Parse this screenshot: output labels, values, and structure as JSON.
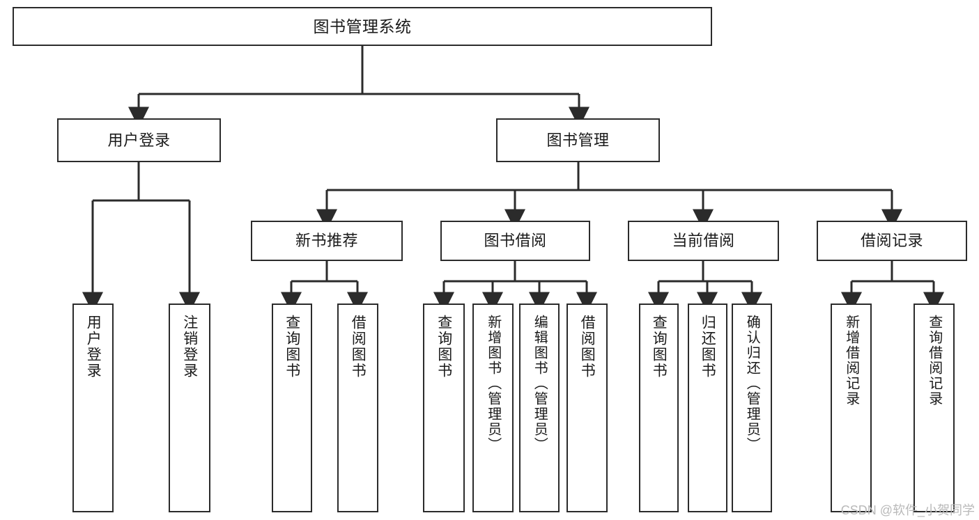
{
  "diagram": {
    "type": "tree",
    "title": "图书管理系统",
    "orientation": "top-down",
    "stroke_color": "#2b2b2b",
    "fill_color": "#ffffff",
    "text_color": "#1a1a1a",
    "watermark": "CSDN @软件_小贺同学"
  },
  "nodes": {
    "root": {
      "label": "图书管理系统",
      "level": 1
    },
    "level2": [
      {
        "id": "user-login",
        "label": "用户登录"
      },
      {
        "id": "book-management",
        "label": "图书管理"
      }
    ],
    "level3": [
      {
        "id": "new-book-recommend",
        "label": "新书推荐",
        "parent": "book-management"
      },
      {
        "id": "book-borrow",
        "label": "图书借阅",
        "parent": "book-management"
      },
      {
        "id": "current-borrow",
        "label": "当前借阅",
        "parent": "book-management"
      },
      {
        "id": "borrow-record",
        "label": "借阅记录",
        "parent": "book-management"
      }
    ],
    "leaves": {
      "user_login": [
        {
          "id": "leaf-user-login",
          "label": "用户登录"
        },
        {
          "id": "leaf-user-logout",
          "label": "注销登录"
        }
      ],
      "new_book_recommend": [
        {
          "id": "leaf-query-book-1",
          "label": "查询图书"
        },
        {
          "id": "leaf-borrow-book-1",
          "label": "借阅图书"
        }
      ],
      "book_borrow": [
        {
          "id": "leaf-query-book-2",
          "label": "查询图书"
        },
        {
          "id": "leaf-add-book",
          "label": "新增图书（管理员）"
        },
        {
          "id": "leaf-edit-book",
          "label": "编辑图书（管理员）"
        },
        {
          "id": "leaf-borrow-book-2",
          "label": "借阅图书"
        }
      ],
      "current_borrow": [
        {
          "id": "leaf-query-book-3",
          "label": "查询图书"
        },
        {
          "id": "leaf-return-book",
          "label": "归还图书"
        },
        {
          "id": "leaf-confirm-return",
          "label": "确认归还（管理员）"
        }
      ],
      "borrow_record": [
        {
          "id": "leaf-add-record",
          "label": "新增借阅记录"
        },
        {
          "id": "leaf-query-record",
          "label": "查询借阅记录"
        }
      ]
    }
  }
}
